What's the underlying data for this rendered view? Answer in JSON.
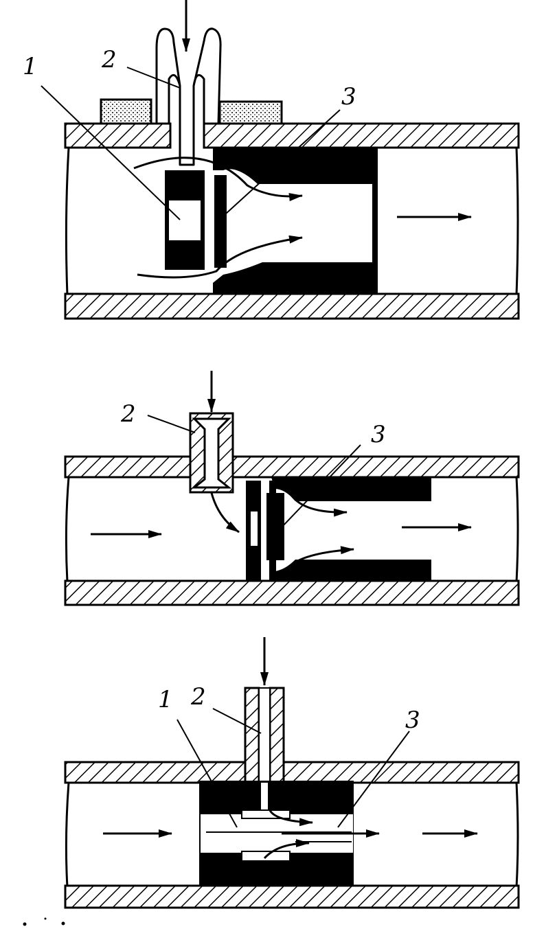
{
  "diagram": {
    "panels": [
      {
        "id": "panel-1",
        "labels": {
          "one": "1",
          "two": "2",
          "three": "3"
        }
      },
      {
        "id": "panel-2",
        "labels": {
          "two": "2",
          "three": "3"
        }
      },
      {
        "id": "panel-3",
        "labels": {
          "one": "1",
          "two": "2",
          "three": "3"
        }
      }
    ]
  },
  "colors": {
    "ink": "#000000",
    "paper": "#ffffff"
  }
}
